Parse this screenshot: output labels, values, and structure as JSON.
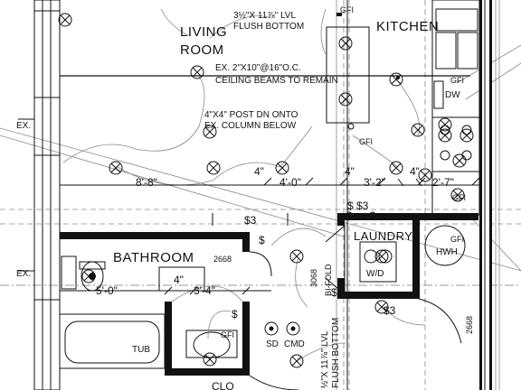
{
  "rooms": {
    "living_line1": "LIVING",
    "living_line2": "ROOM",
    "kitchen": "KITCHEN",
    "bathroom": "BATHROOM",
    "laundry": "LAUNDRY"
  },
  "notes": {
    "lvl_top_line1": "3½\"X 11⅞\" LVL",
    "lvl_top_line2": "FLUSH BOTTOM",
    "beams_line1": "EX. 2\"X10\"@16\"O.C.",
    "beams_line2": "CEILING BEAMS TO REMAIN",
    "post_line1": "4\"X4\" POST DN ONTO",
    "post_line2": "EX. COLUMN BELOW",
    "lvl_bottom_line1": "½\"X 11⅞\" LVL",
    "lvl_bottom_line2": "FLUSH BOTTOM"
  },
  "dimensions": {
    "d_8_8": "8'-8\"",
    "d_4_a": "4\"",
    "d_4_0": "4'-0\"",
    "d_4_b": "4\"",
    "d_3_2": "3'-2\"",
    "d_4_c": "4\"",
    "d_2_7": "2'-7\"",
    "d_5_0": "5'-0\"",
    "d_4_d": "4\"",
    "d_3_4": "3'-4\""
  },
  "tags": {
    "ex_top": "EX.",
    "ex_bottom": "EX.",
    "gfi_top": "GFI",
    "gfi_kitchen": "GFI",
    "gfi_island": "GFI",
    "gfi_right": "GFI",
    "gfi_hwh": "GFI",
    "gfi_bath": "GFI",
    "dw": "DW",
    "hwh": "HWH",
    "wd": "W/D",
    "tub": "TUB",
    "sd": "SD",
    "cmd": "CMD",
    "door_2668_a": "2668",
    "door_2668_b": "2668",
    "door_3068": "3068",
    "bifold": "BI-FOLD",
    "clo": "CLO",
    "s3_a": "$3",
    "s3_b": "$3",
    "s3_c": "$3",
    "s_d": "$",
    "s_e": "$",
    "s_f": "$",
    "s_g": "$"
  }
}
